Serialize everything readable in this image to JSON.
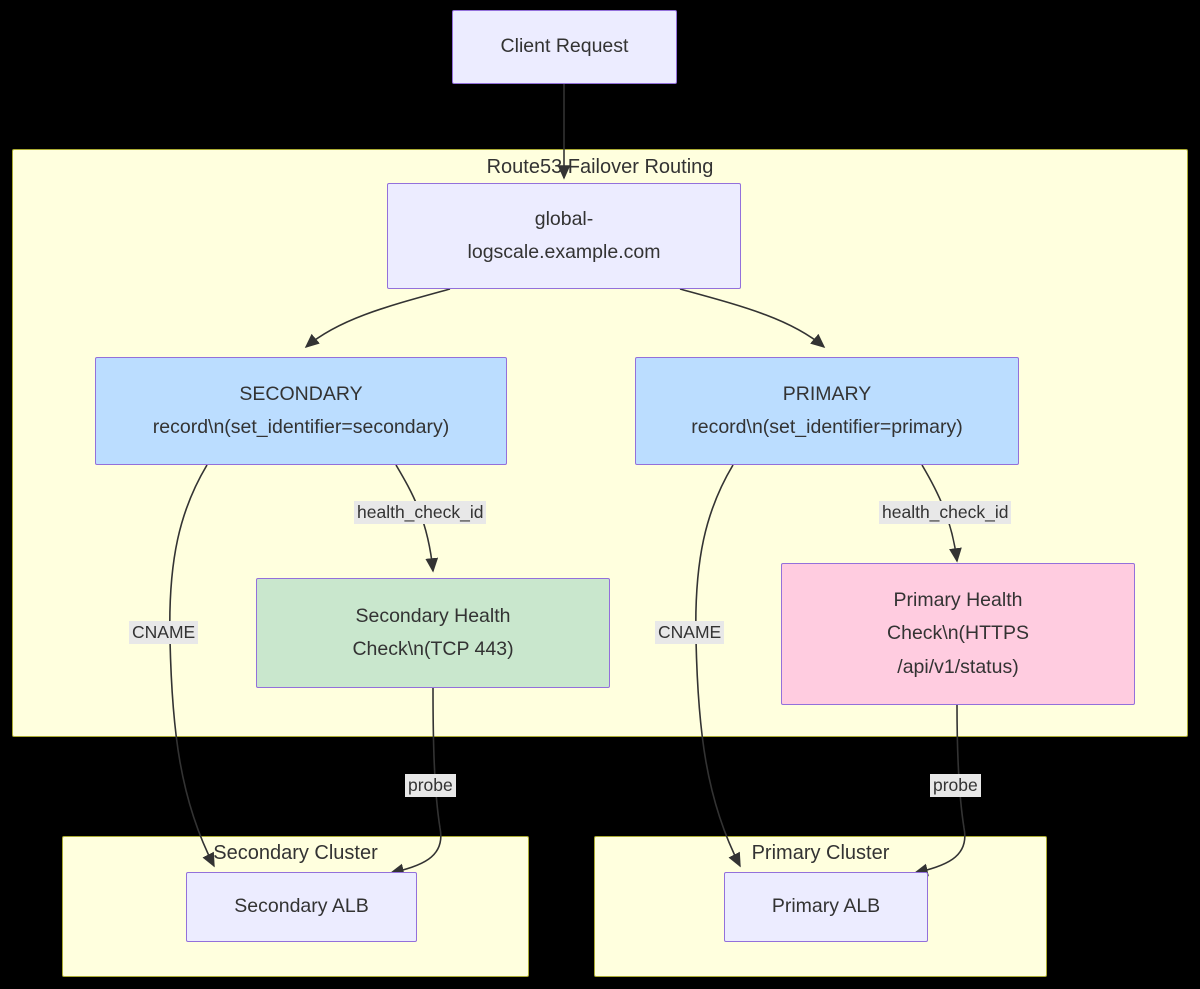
{
  "diagram": {
    "title": "Route53 Failover Routing",
    "type": "flowchart",
    "background": "#000000"
  },
  "colors": {
    "cluster_fill": "#ffffde",
    "cluster_border": "#aaaa33",
    "node_border": "#9370db",
    "lavender_fill": "#ececff",
    "blue_fill": "#bbddff",
    "green_fill": "#c9e7cd",
    "pink_fill": "#ffcce0",
    "edge_stroke": "#333333",
    "edge_label_bg": "#e8e8e8",
    "text": "#333333"
  },
  "clusters": {
    "route53": {
      "label": "Route53 Failover Routing"
    },
    "secondary_cluster": {
      "label": "Secondary Cluster"
    },
    "primary_cluster": {
      "label": "Primary Cluster"
    }
  },
  "nodes": {
    "client_request": {
      "label": "Client Request"
    },
    "domain": {
      "line1": "global-",
      "line2": "logscale.example.com"
    },
    "secondary_record": {
      "line1": "SECONDARY",
      "line2": "record\\n(set_identifier=secondary)"
    },
    "primary_record": {
      "line1": "PRIMARY",
      "line2": "record\\n(set_identifier=primary)"
    },
    "secondary_health_check": {
      "line1": "Secondary Health",
      "line2": "Check\\n(TCP 443)"
    },
    "primary_health_check": {
      "line1": "Primary Health",
      "line2": "Check\\n(HTTPS",
      "line3": "/api/v1/status)"
    },
    "secondary_alb": {
      "label": "Secondary ALB"
    },
    "primary_alb": {
      "label": "Primary ALB"
    }
  },
  "edge_labels": {
    "secondary_health_check_id": "health_check_id",
    "primary_health_check_id": "health_check_id",
    "secondary_cname": "CNAME",
    "primary_cname": "CNAME",
    "secondary_probe": "probe",
    "primary_probe": "probe"
  }
}
